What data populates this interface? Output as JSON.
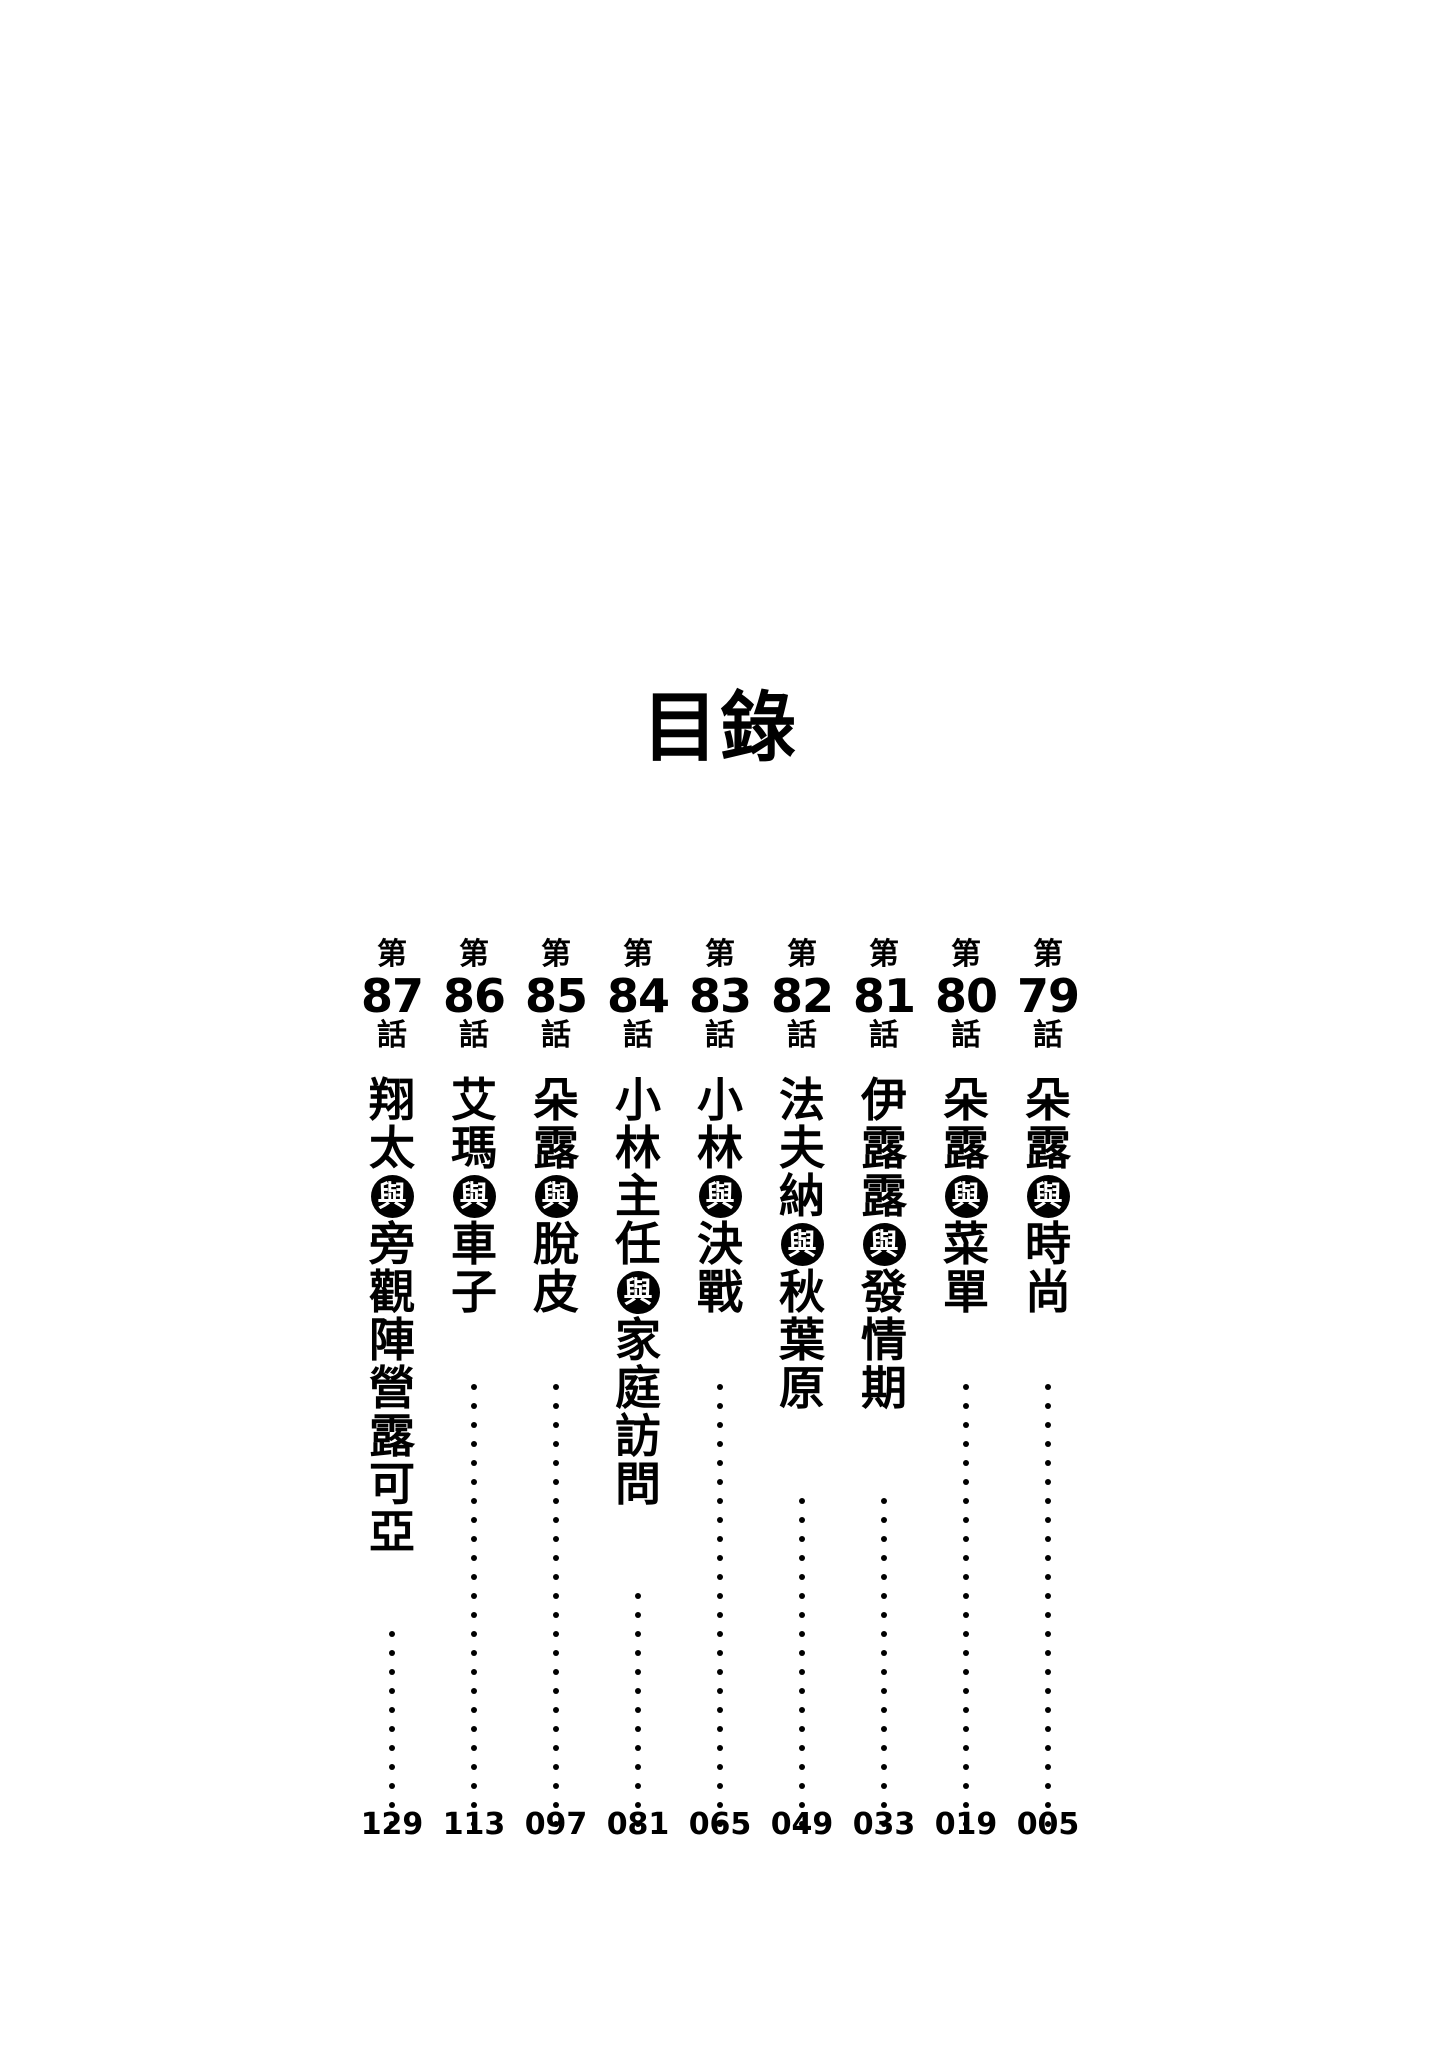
{
  "page": {
    "title": "目錄",
    "background_color": "#ffffff",
    "ink_color": "#000000"
  },
  "labels": {
    "chapter_prefix": "第",
    "chapter_suffix": "話",
    "connector": "與"
  },
  "toc": {
    "reading_direction": "right-to-left",
    "entries": [
      {
        "chapter_prefix": "第",
        "number": "79",
        "chapter_suffix": "話",
        "title": "朵露與時尚",
        "title_glyphs": [
          "朵",
          "露",
          "與",
          "時",
          "尚"
        ],
        "connector_index": 2,
        "page": "005"
      },
      {
        "chapter_prefix": "第",
        "number": "80",
        "chapter_suffix": "話",
        "title": "朵露與菜單",
        "title_glyphs": [
          "朵",
          "露",
          "與",
          "菜",
          "單"
        ],
        "connector_index": 2,
        "page": "019"
      },
      {
        "chapter_prefix": "第",
        "number": "81",
        "chapter_suffix": "話",
        "title": "伊露露與發情期",
        "title_glyphs": [
          "伊",
          "露",
          "露",
          "與",
          "發",
          "情",
          "期"
        ],
        "connector_index": 3,
        "page": "033"
      },
      {
        "chapter_prefix": "第",
        "number": "82",
        "chapter_suffix": "話",
        "title": "法夫納與秋葉原",
        "title_glyphs": [
          "法",
          "夫",
          "納",
          "與",
          "秋",
          "葉",
          "原"
        ],
        "connector_index": 3,
        "page": "049"
      },
      {
        "chapter_prefix": "第",
        "number": "83",
        "chapter_suffix": "話",
        "title": "小林與決戰",
        "title_glyphs": [
          "小",
          "林",
          "與",
          "決",
          "戰"
        ],
        "connector_index": 2,
        "page": "065"
      },
      {
        "chapter_prefix": "第",
        "number": "84",
        "chapter_suffix": "話",
        "title": "小林主任與家庭訪問",
        "title_glyphs": [
          "小",
          "林",
          "主",
          "任",
          "與",
          "家",
          "庭",
          "訪",
          "問"
        ],
        "connector_index": 4,
        "page": "081"
      },
      {
        "chapter_prefix": "第",
        "number": "85",
        "chapter_suffix": "話",
        "title": "朵露與脫皮",
        "title_glyphs": [
          "朵",
          "露",
          "與",
          "脫",
          "皮"
        ],
        "connector_index": 2,
        "page": "097"
      },
      {
        "chapter_prefix": "第",
        "number": "86",
        "chapter_suffix": "話",
        "title": "艾瑪與車子",
        "title_glyphs": [
          "艾",
          "瑪",
          "與",
          "車",
          "子"
        ],
        "connector_index": 2,
        "page": "113"
      },
      {
        "chapter_prefix": "第",
        "number": "87",
        "chapter_suffix": "話",
        "title": "翔太與旁觀陣營露可亞",
        "title_glyphs": [
          "翔",
          "太",
          "與",
          "旁",
          "觀",
          "陣",
          "營",
          "露",
          "可",
          "亞"
        ],
        "connector_index": 2,
        "page": "129"
      }
    ]
  }
}
